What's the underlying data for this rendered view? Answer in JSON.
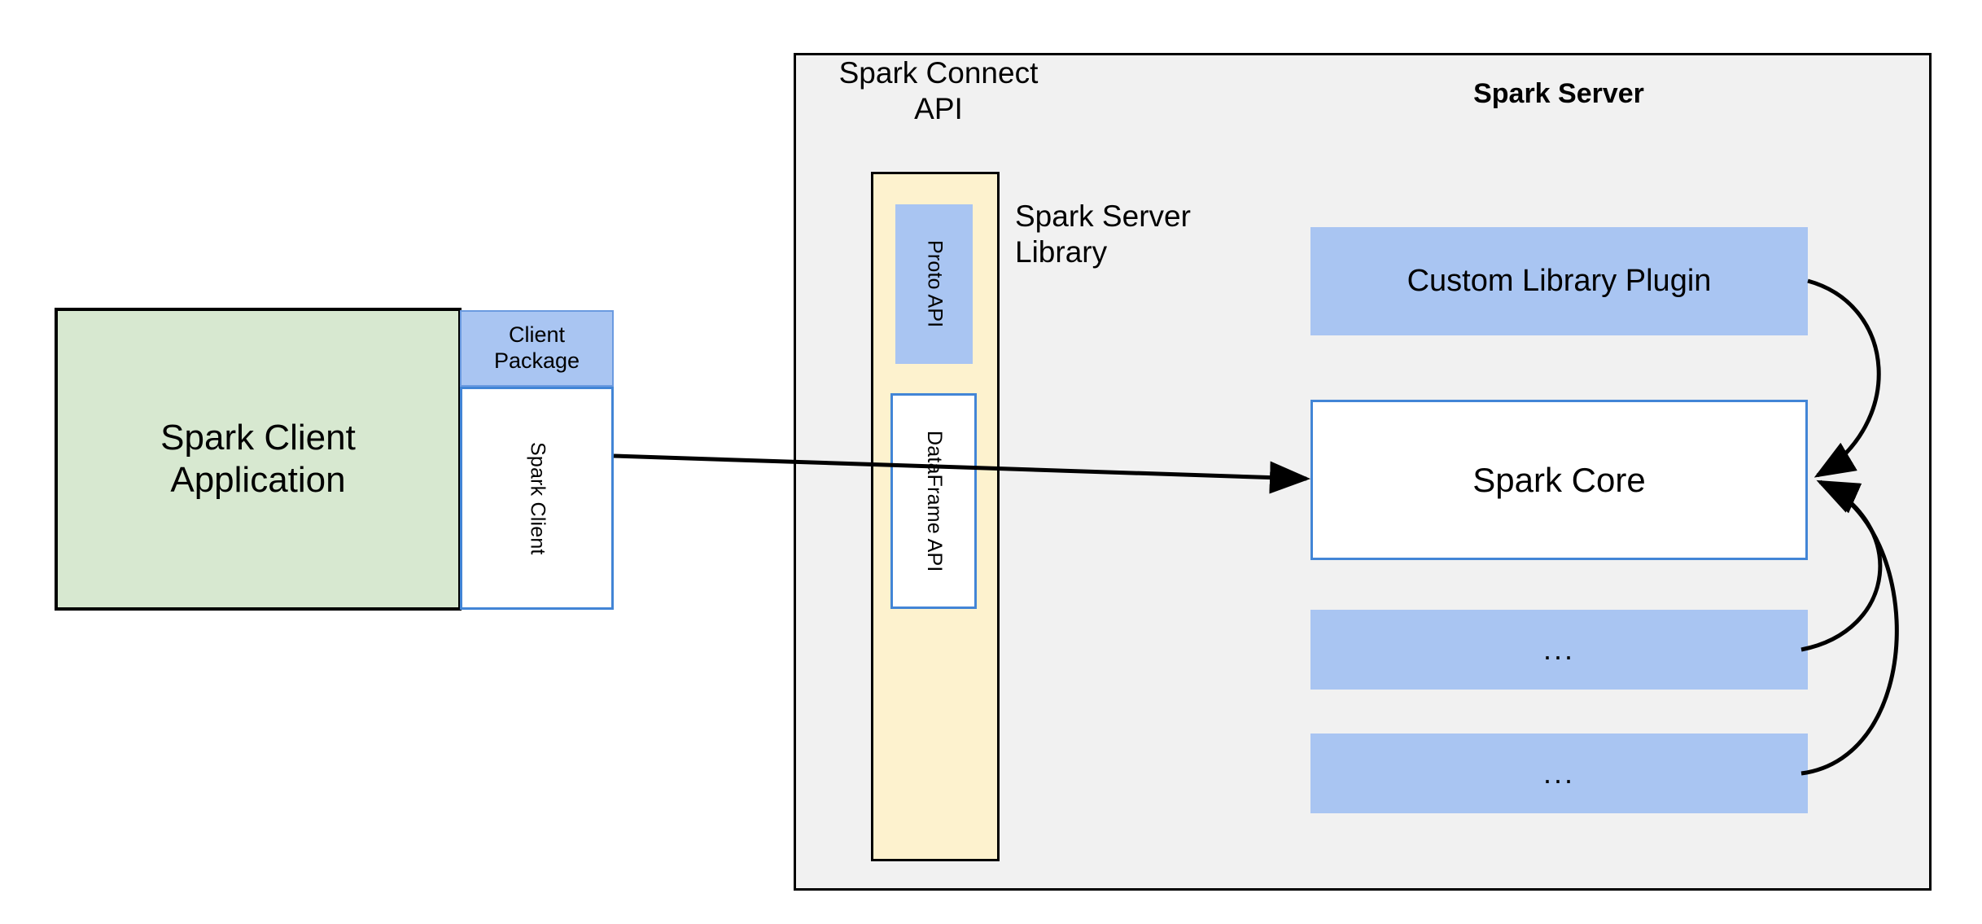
{
  "diagram": {
    "title": "Spark Connect architecture",
    "colors": {
      "container_bg": "#f1f1f1",
      "container_border": "#000000",
      "blue_fill": "#a9c5f2",
      "blue_stroke": "#4285d6",
      "green_fill": "#d7e8d0",
      "yellow_fill": "#fdf2ce",
      "white_fill": "#ffffff",
      "arrow": "#000000"
    }
  },
  "client": {
    "application": {
      "label": "Spark Client\nApplication"
    },
    "client_package": {
      "label": "Client\nPackage"
    },
    "spark_client": {
      "label": "Spark Client"
    }
  },
  "server_container": {
    "connect_api_label": "Spark Connect\nAPI",
    "server_title": "Spark Server",
    "server_library_label": "Spark Server\nLibrary",
    "server_library_column": {
      "items": [
        {
          "label": "Proto API",
          "style": "blue-filled"
        },
        {
          "label": "DataFrame API",
          "style": "white-blue-border"
        }
      ]
    },
    "server_blocks": [
      {
        "label": "Custom Library Plugin",
        "style": "blue-filled"
      },
      {
        "label": "Spark Core",
        "style": "white-blue-border"
      },
      {
        "label": "...",
        "style": "blue-filled"
      },
      {
        "label": "...",
        "style": "blue-filled"
      }
    ]
  },
  "arrows": [
    {
      "name": "client-to-core",
      "from": "Spark Client",
      "to": "Spark Core",
      "kind": "straight"
    },
    {
      "name": "plugin-to-core",
      "from": "Custom Library Plugin",
      "to": "Spark Core",
      "kind": "curved"
    },
    {
      "name": "ellipsis1-to-core",
      "from": "...",
      "to": "Spark Core",
      "kind": "curved"
    },
    {
      "name": "ellipsis2-to-core",
      "from": "...",
      "to": "Spark Core",
      "kind": "curved"
    }
  ]
}
